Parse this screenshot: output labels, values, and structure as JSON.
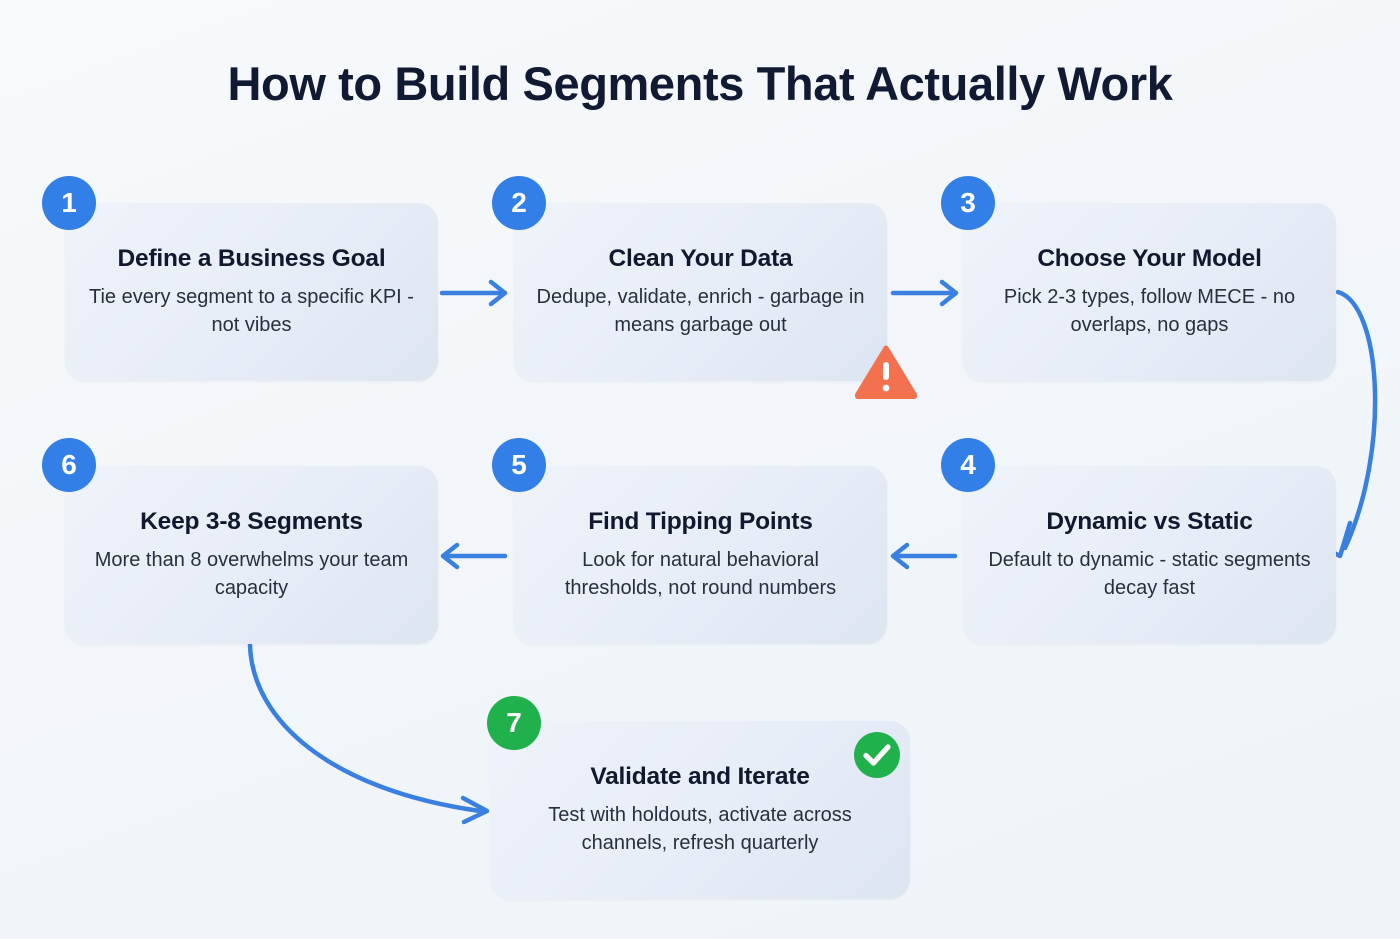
{
  "title": "How to Build Segments That Actually Work",
  "colors": {
    "background": "#f3f7fa",
    "badge_blue": "#337fe8",
    "badge_green": "#21b14c",
    "arrow_blue": "#3a80e0",
    "warning_orange": "#f4714f",
    "card_gradient_start": "#eff3fa",
    "card_gradient_end": "#dde5f2",
    "title_text": "#111a33"
  },
  "steps": [
    {
      "number": "1",
      "title": "Define a Business Goal",
      "description": "Tie every segment to a specific KPI - not vibes",
      "badge_color": "blue",
      "status_icon": ""
    },
    {
      "number": "2",
      "title": "Clean Your Data",
      "description": "Dedupe, validate, enrich - garbage in means garbage out",
      "badge_color": "blue",
      "status_icon": "warning-triangle-icon"
    },
    {
      "number": "3",
      "title": "Choose Your Model",
      "description": "Pick 2-3 types, follow MECE - no overlaps, no gaps",
      "badge_color": "blue",
      "status_icon": ""
    },
    {
      "number": "4",
      "title": "Dynamic vs Static",
      "description": "Default to dynamic - static segments decay fast",
      "badge_color": "blue",
      "status_icon": ""
    },
    {
      "number": "5",
      "title": "Find Tipping Points",
      "description": "Look for natural behavioral thresholds, not round numbers",
      "badge_color": "blue",
      "status_icon": ""
    },
    {
      "number": "6",
      "title": "Keep 3-8 Segments",
      "description": "More than 8 overwhelms your team capacity",
      "badge_color": "blue",
      "status_icon": ""
    },
    {
      "number": "7",
      "title": "Validate and Iterate",
      "description": "Test with holdouts, activate across channels, refresh quarterly",
      "badge_color": "green",
      "status_icon": "check-circle-icon"
    }
  ],
  "connectors": [
    {
      "name": "arrow-step1-to-step2",
      "kind": "straight-right"
    },
    {
      "name": "arrow-step2-to-step3",
      "kind": "straight-right"
    },
    {
      "name": "arrow-step3-to-step4",
      "kind": "curve-down"
    },
    {
      "name": "arrow-step4-to-step5",
      "kind": "straight-left"
    },
    {
      "name": "arrow-step5-to-step6",
      "kind": "straight-left"
    },
    {
      "name": "arrow-step6-to-step7",
      "kind": "curve-down-right"
    }
  ]
}
